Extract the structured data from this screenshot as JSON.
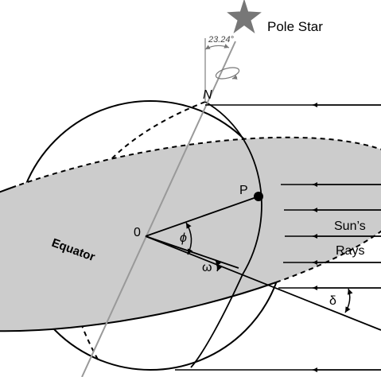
{
  "labels": {
    "pole_star": "Pole Star",
    "axial_tilt": "23.24°",
    "north": "N",
    "point": "P",
    "center": "0",
    "latitude_symbol": "ϕ",
    "hour_angle_symbol": "ω",
    "declination_symbol": "δ",
    "equator": "Equator",
    "suns_rays_line1": "Sun’s",
    "suns_rays_line2": "Rays"
  },
  "colors": {
    "line": "#000000",
    "axis": "#999999",
    "star": "#777777",
    "equator_fill": "#cccccc"
  },
  "icons": {
    "star": "star-icon",
    "rotation": "rotation-arrow-icon"
  }
}
